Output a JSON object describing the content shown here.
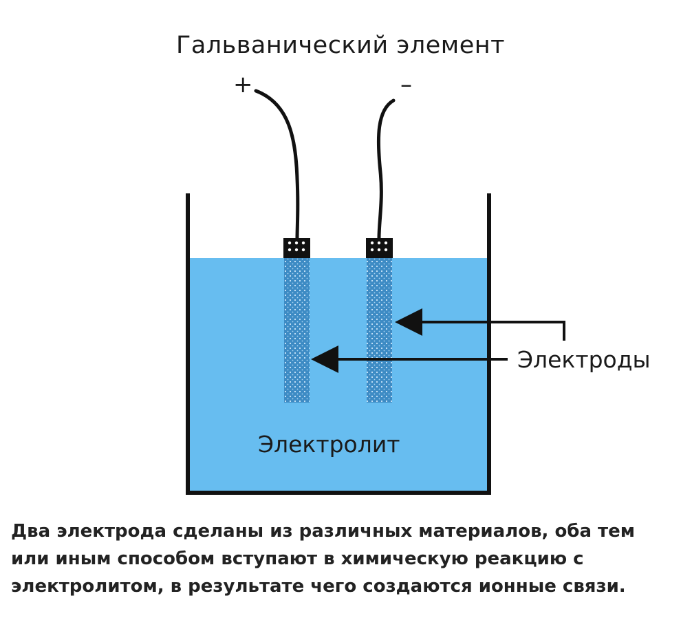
{
  "diagram": {
    "title": "Гальванический элемент",
    "plus_sign": "+",
    "minus_sign": "–",
    "electrodes_label": "Электроды",
    "electrolyte_label": "Электролит"
  },
  "caption": {
    "lines": [
      "Два электрода сделаны из различных материалов, оба тем",
      "или иным способом вступают в химическую реакцию с",
      "электролитом, в результате чего создаются ионные связи."
    ]
  },
  "colors": {
    "electrolyte": "#67bdf0",
    "electrode": "#3d8bc4",
    "outline": "#111111",
    "background": "#ffffff"
  }
}
